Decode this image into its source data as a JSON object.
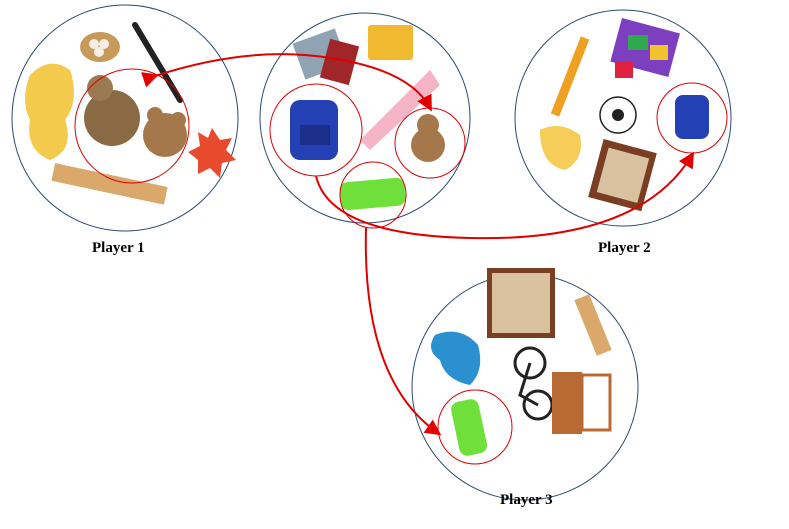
{
  "players": [
    {
      "label": "Player 1",
      "items": [
        "basket-of-eggs",
        "pen",
        "yellow-paint-splash",
        "teddy-bears",
        "red-starburst",
        "ruler"
      ]
    },
    {
      "label": "Player 2",
      "items": [
        "pencil",
        "puzzle-pieces",
        "soccer-ball",
        "backpack",
        "yellow-paint-splash",
        "bookshelf"
      ]
    },
    {
      "label": "Player 3",
      "items": [
        "bookshelf",
        "ruler",
        "blue-paint-splash",
        "bicycle",
        "door",
        "green-paint-stroke"
      ]
    }
  ],
  "center_card": {
    "items": [
      "books",
      "folder",
      "backpack",
      "pink-paint-stroke",
      "teddy-bear",
      "green-paint-stroke"
    ]
  },
  "colors": {
    "arrow": "#e00000",
    "card_border": "#2c4a6e",
    "highlight": "#e00000"
  }
}
